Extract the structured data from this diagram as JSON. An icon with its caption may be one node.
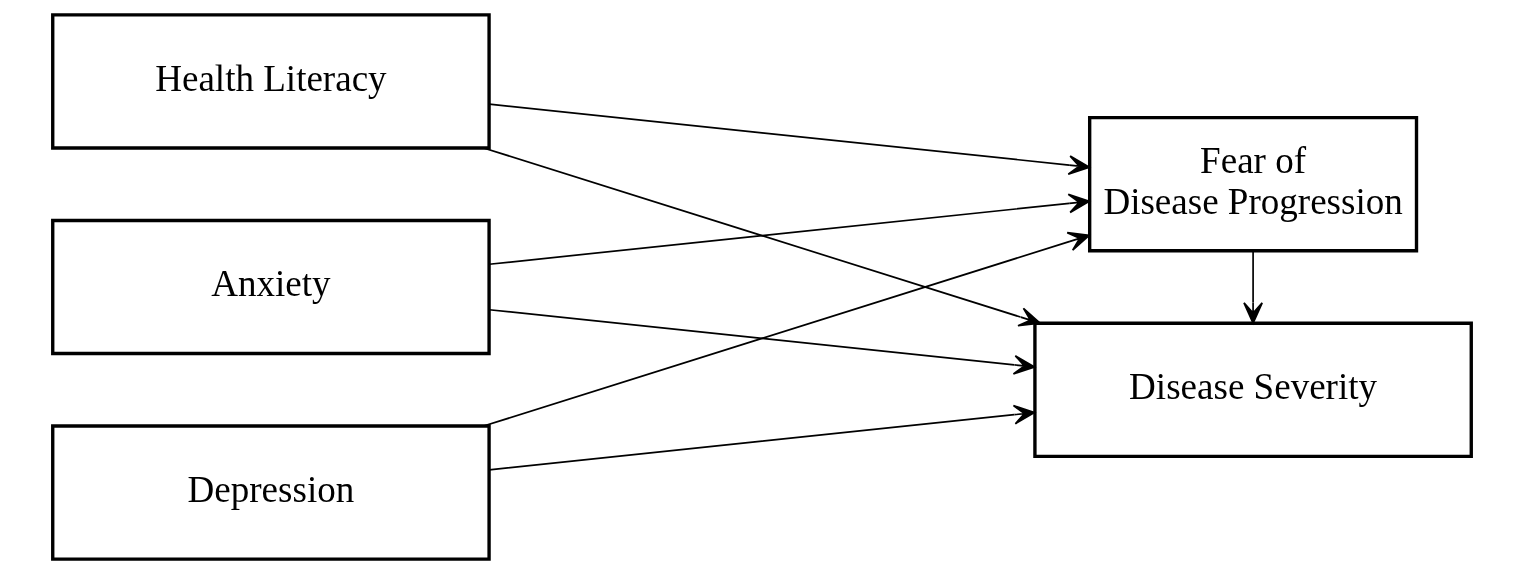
{
  "diagram": {
    "nodes": [
      {
        "text": [
          "Health Literacy"
        ]
      },
      {
        "text": [
          "Anxiety"
        ]
      },
      {
        "text": [
          "Depression"
        ]
      },
      {
        "text": [
          "Disease Severity"
        ]
      },
      {
        "text": [
          "Fear of Disease Progression"
        ]
      }
    ],
    "edges": [
      {
        "from": 0,
        "to": 3,
        "arrow": "to"
      },
      {
        "from": 0,
        "to": 4,
        "arrow": "to"
      },
      {
        "from": 1,
        "to": 3,
        "arrow": "to"
      },
      {
        "from": 1,
        "to": 4,
        "arrow": "to"
      },
      {
        "from": 2,
        "to": 3,
        "arrow": "to"
      },
      {
        "from": 2,
        "to": 4,
        "arrow": "to"
      },
      {
        "from": 4,
        "to": 3,
        "arrow": "to"
      }
    ]
  }
}
